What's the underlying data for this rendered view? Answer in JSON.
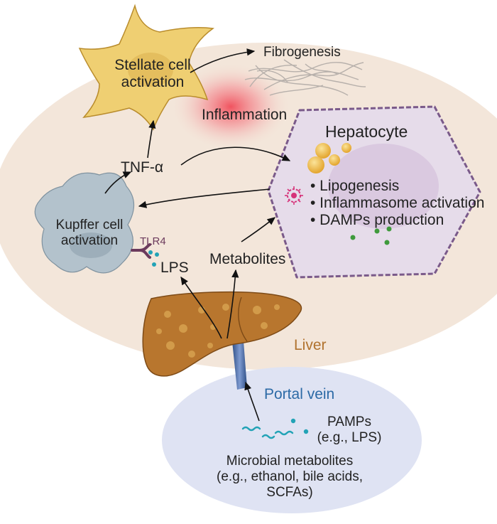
{
  "stellate": {
    "line1": "Stellate cell",
    "line2": "activation"
  },
  "fibrogenesis": "Fibrogenesis",
  "inflammation": "Inflammation",
  "hepatocyte": {
    "title": "Hepatocyte",
    "items": [
      "• Lipogenesis",
      "• Inflammasome activation",
      "• DAMPs production"
    ]
  },
  "tnf": "TNF-α",
  "kupffer": {
    "line1": "Kupffer cell",
    "line2": "activation"
  },
  "tlr4": "TLR4",
  "lps": "LPS",
  "metabolites": "Metabolites",
  "liver": "Liver",
  "portal_vein": "Portal vein",
  "pamps": {
    "line1": "PAMPs",
    "line2": "(e.g., LPS)"
  },
  "microbial": {
    "line1": "Microbial metabolites",
    "line2": "(e.g., ethanol, bile acids,",
    "line3": "SCFAs)"
  },
  "colors": {
    "liver_bg": "#f3e6da",
    "gut_bg": "#dfe3f3",
    "stellate": "#efcf72",
    "kupffer": "#b3c2cc",
    "hepatocyte": "#e6dcea",
    "liver_organ": "#b8762e",
    "portal_vein": "#4c6fa8",
    "liver_label": "#b0722e",
    "portal_label": "#2c6aa6",
    "tlr4": "#6b3a5c",
    "lps_dot": "#22a3b6",
    "damps_dot": "#3f9a3c"
  }
}
